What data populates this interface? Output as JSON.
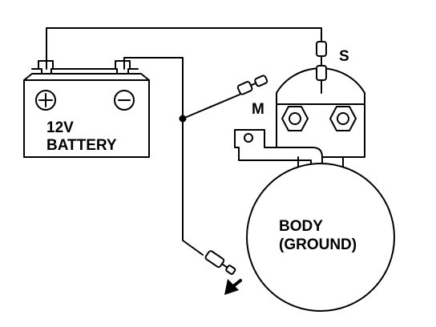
{
  "battery": {
    "line1": "12V",
    "line2": "BATTERY",
    "plus_icon": "plus-terminal-icon",
    "minus_icon": "minus-terminal-icon"
  },
  "terminals": {
    "s": "S",
    "m": "M"
  },
  "body": {
    "line1": "BODY",
    "line2": "(GROUND)"
  },
  "icons": {
    "arrow": "arrow-down-left-icon",
    "clip": "connector-clip-icon",
    "bolt": "hex-bolt-icon"
  }
}
